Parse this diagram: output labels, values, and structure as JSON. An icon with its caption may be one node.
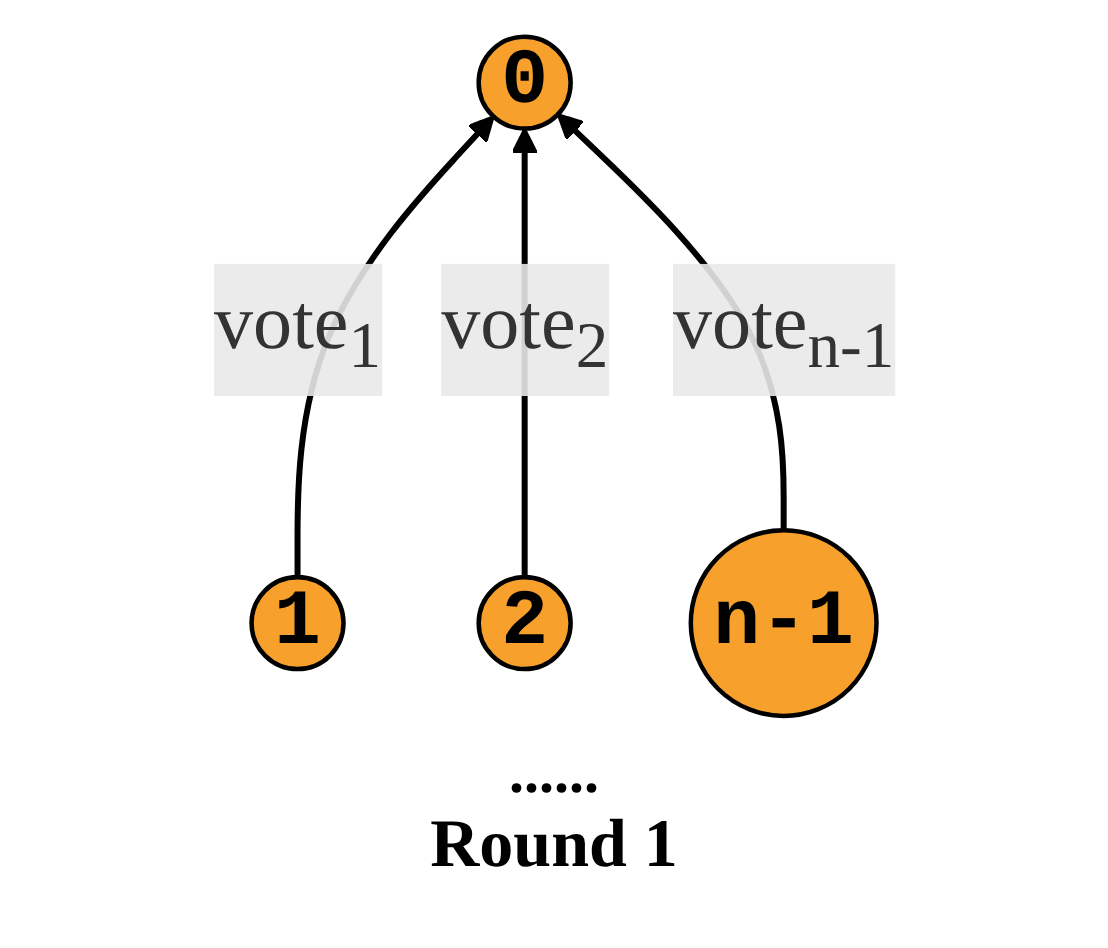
{
  "diagram": {
    "caption": "Round 1",
    "nodes": [
      {
        "text": [
          "0"
        ]
      },
      {
        "text": [
          "1"
        ]
      },
      {
        "text": [
          "2"
        ]
      },
      {
        "text": [
          "n-1"
        ]
      }
    ],
    "edges": [
      {
        "from": 1,
        "to": 0,
        "arrow": "to",
        "label": "vote$_{1}$"
      },
      {
        "from": 2,
        "to": 0,
        "arrow": "to",
        "label": "vote$_{2}$"
      },
      {
        "from": 3,
        "to": 0,
        "arrow": "to",
        "label": "vote$_{n-1}$"
      }
    ],
    "labels": [
      "......"
    ]
  }
}
